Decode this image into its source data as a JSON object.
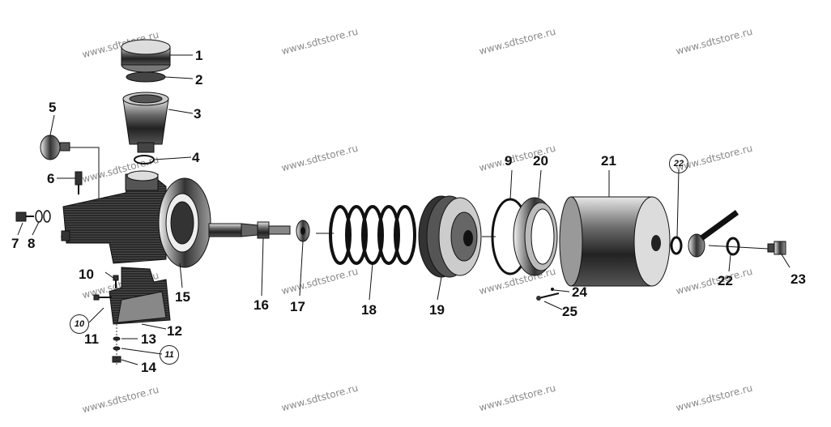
{
  "watermark": "www.sdtstore.ru",
  "labels": {
    "l1": "1",
    "l2": "2",
    "l3": "3",
    "l4": "4",
    "l5": "5",
    "l6": "6",
    "l7": "7",
    "l8": "8",
    "l9": "9",
    "l10": "10",
    "l11": "11",
    "l12": "12",
    "l13": "13",
    "l14": "14",
    "l15": "15",
    "l16": "16",
    "l17": "17",
    "l18": "18",
    "l19": "19",
    "l20": "20",
    "l21": "21",
    "l22": "22",
    "l23": "23",
    "l24": "24",
    "l25": "25"
  },
  "circled_labels": {
    "c10": "10",
    "c11": "11",
    "c22": "22"
  }
}
